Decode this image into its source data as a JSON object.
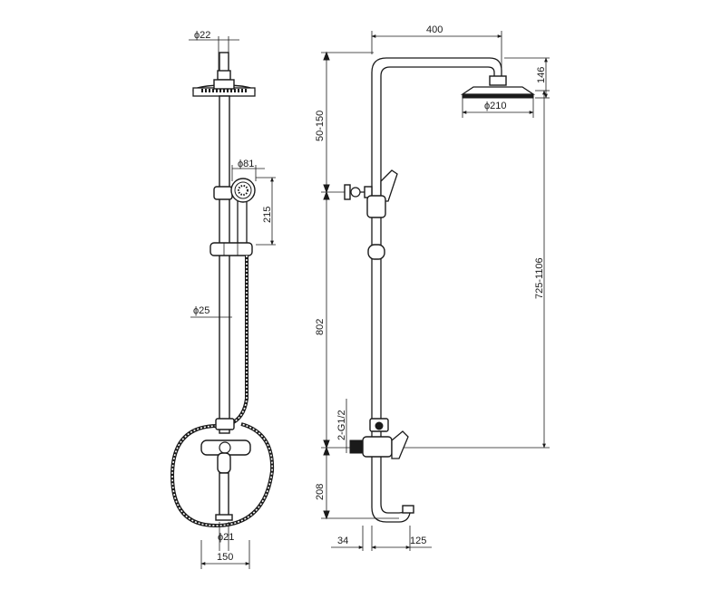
{
  "front_view": {
    "dia_top": "ϕ22",
    "dia_hand": "ϕ81",
    "len_hand": "215",
    "dia_rail": "ϕ25",
    "dia_bottom": "ϕ21",
    "width_bottom": "150"
  },
  "side_view": {
    "arm_length": "400",
    "head_height": "146",
    "head_dia": "ϕ210",
    "adjust_range": "50-150",
    "total_range": "725-1106",
    "rail_length": "802",
    "thread": "2-G1/2",
    "spout_height": "208",
    "wall_offset": "34",
    "spout_reach": "125"
  }
}
